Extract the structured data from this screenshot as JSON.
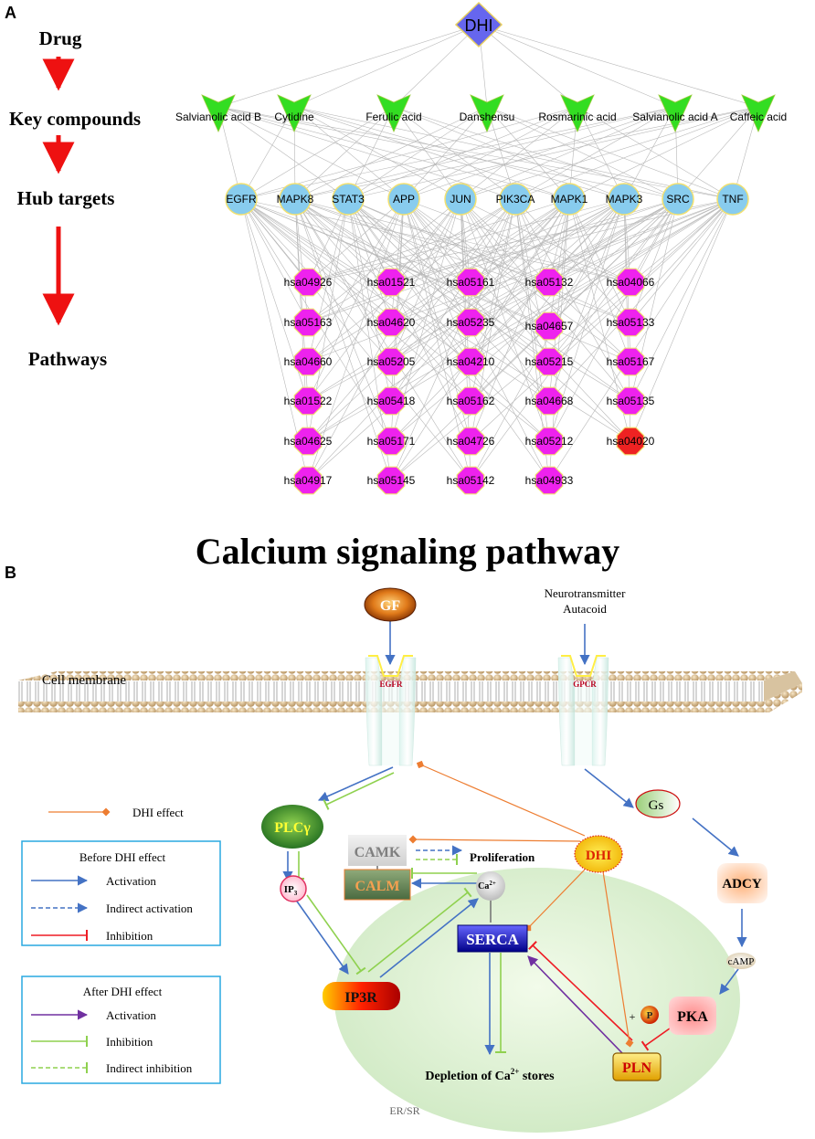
{
  "panel_a": {
    "label": "A",
    "levels": [
      "Drug",
      "Key compounds",
      "Hub targets",
      "Pathways"
    ],
    "drug": "DHI",
    "compounds": [
      "Salvianolic acid B",
      "Cytidine",
      "Ferulic acid",
      "Danshensu",
      "Rosmarinic acid",
      "Salvianolic acid A",
      "Caffeic acid"
    ],
    "targets": [
      "EGFR",
      "MAPK8",
      "STAT3",
      "APP",
      "JUN",
      "PIK3CA",
      "MAPK1",
      "MAPK3",
      "SRC",
      "TNF"
    ],
    "pathway_columns": [
      [
        "hsa04926",
        "hsa05163",
        "hsa04660",
        "hsa01522",
        "hsa04625",
        "hsa04917"
      ],
      [
        "hsa01521",
        "hsa04620",
        "hsa05205",
        "hsa05418",
        "hsa05171",
        "hsa05145"
      ],
      [
        "hsa05161",
        "hsa05235",
        "hsa04210",
        "hsa05162",
        "hsa04726",
        "hsa05142"
      ],
      [
        "hsa05132",
        "hsa04657",
        "hsa05215",
        "hsa04668",
        "hsa05212",
        "hsa04933"
      ],
      [
        "hsa04066",
        "hsa05133",
        "hsa05167",
        "hsa05135",
        "hsa04020"
      ]
    ],
    "highlighted_pathway": "hsa04020",
    "colors": {
      "drug": "#6666ee",
      "compound": "#33dd22",
      "target": "#88ccee",
      "pathway": "#ee22ee",
      "highlight": "#ee2222",
      "arrow": "#ee1111"
    }
  },
  "panel_b": {
    "label": "B",
    "title": "Calcium signaling pathway",
    "gf": "GF",
    "neurotransmitter": [
      "Neurotransmitter",
      "Autacoid"
    ],
    "cell_membrane": "Cell membrane",
    "egfr": "EGFR",
    "gpcr": "GPCR",
    "dhi_effect": "DHI effect",
    "plcg": "PLCγ",
    "camk": "CAMK",
    "proliferation": "Proliferation",
    "dhi": "DHI",
    "gs": "Gs",
    "adcy": "ADCY",
    "ip3": "IP",
    "ip3_sub": "3",
    "calm": "CALM",
    "ca": "Ca",
    "ca_sup": "2+",
    "serca": "SERCA",
    "camp": "cAMP",
    "plus": "+",
    "p": "P",
    "pka": "PKA",
    "ip3r": "IP3R",
    "depletion_pre": "Depletion of Ca",
    "depletion_sup": "2+",
    "depletion_post": " stores",
    "pln": "PLN",
    "er": "ER/SR",
    "legend_before": {
      "title": "Before DHI effect",
      "items": [
        "Activation",
        "Indirect activation",
        "Inhibition"
      ]
    },
    "legend_after": {
      "title": "After DHI effect",
      "items": [
        "Activation",
        "Inhibition",
        "Indirect inhibition"
      ]
    },
    "colors": {
      "activation": "#4472c4",
      "inhibition": "#ee1c24",
      "after_activation": "#7030a0",
      "after_inhibition": "#8fd14f",
      "dhi_effect": "#ed7d31",
      "legend_border": "#29a8e0"
    }
  }
}
